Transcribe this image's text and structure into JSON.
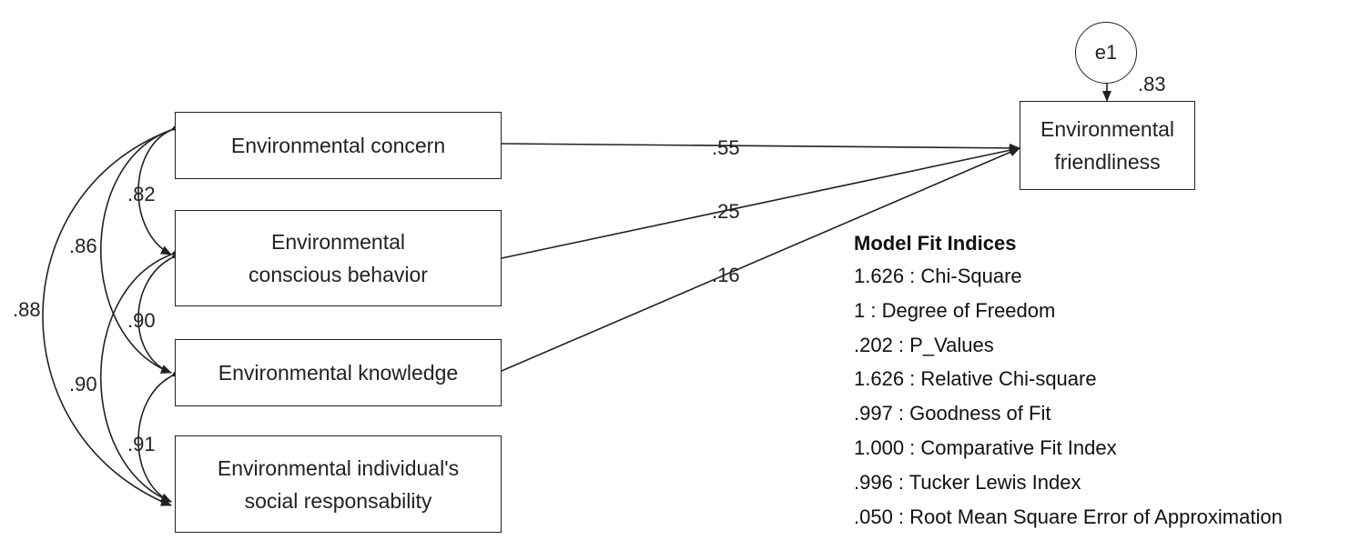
{
  "variables": {
    "concern": "Environmental concern",
    "conscious": "Environmental conscious behavior",
    "knowledge": "Environmental knowledge",
    "social": "Environmental individual's social responsability",
    "friendliness": "Environmental friendliness",
    "error": "e1"
  },
  "paths": {
    "concern": ".55",
    "conscious": ".25",
    "knowledge": ".16",
    "r_squared": ".83"
  },
  "correlations": {
    "concern_conscious": ".82",
    "concern_knowledge": ".86",
    "concern_social": ".88",
    "conscious_knowledge": ".90",
    "conscious_social": ".90",
    "knowledge_social": ".91"
  },
  "fit": {
    "title": "Model Fit Indices",
    "rows": [
      "1.626 : Chi-Square",
      "1 : Degree of Freedom",
      ".202 : P_Values",
      "1.626 : Relative Chi-square",
      ".997 : Goodness of Fit",
      "1.000 : Comparative Fit Index",
      ".996 : Tucker Lewis Index",
      ".050 : Root Mean Square Error of Approximation"
    ]
  }
}
